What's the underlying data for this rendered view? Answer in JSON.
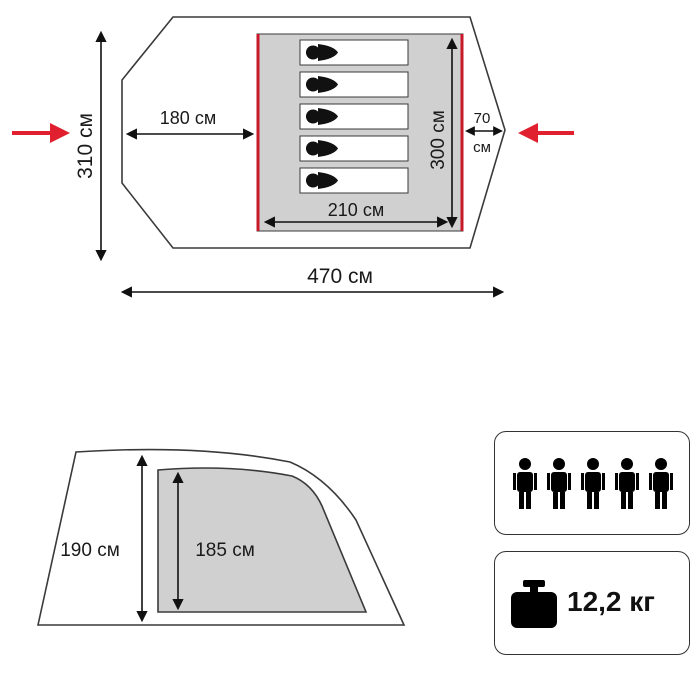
{
  "top_view": {
    "vestibule_depth": "180 см",
    "width": "310 см",
    "inner_width": "300 см",
    "inner_length": "210 см",
    "rear_vestibule_value": "70",
    "rear_vestibule_unit": "см",
    "total_length": "470 см",
    "sleeping_places": 5
  },
  "side_view": {
    "height": "190 см",
    "inner_height": "185 см"
  },
  "specs": {
    "capacity_icon": "five-persons-icon",
    "capacity_count": 5,
    "weight_icon": "weight-icon",
    "weight": "12,2 кг"
  },
  "colors": {
    "outline": "#3a3a3a",
    "tent_fill": "#ffffff",
    "inner_fill": "#d0d0d0",
    "inner_border": "#c8182a",
    "arrow_red": "#e0202e",
    "icon": "#000000"
  }
}
